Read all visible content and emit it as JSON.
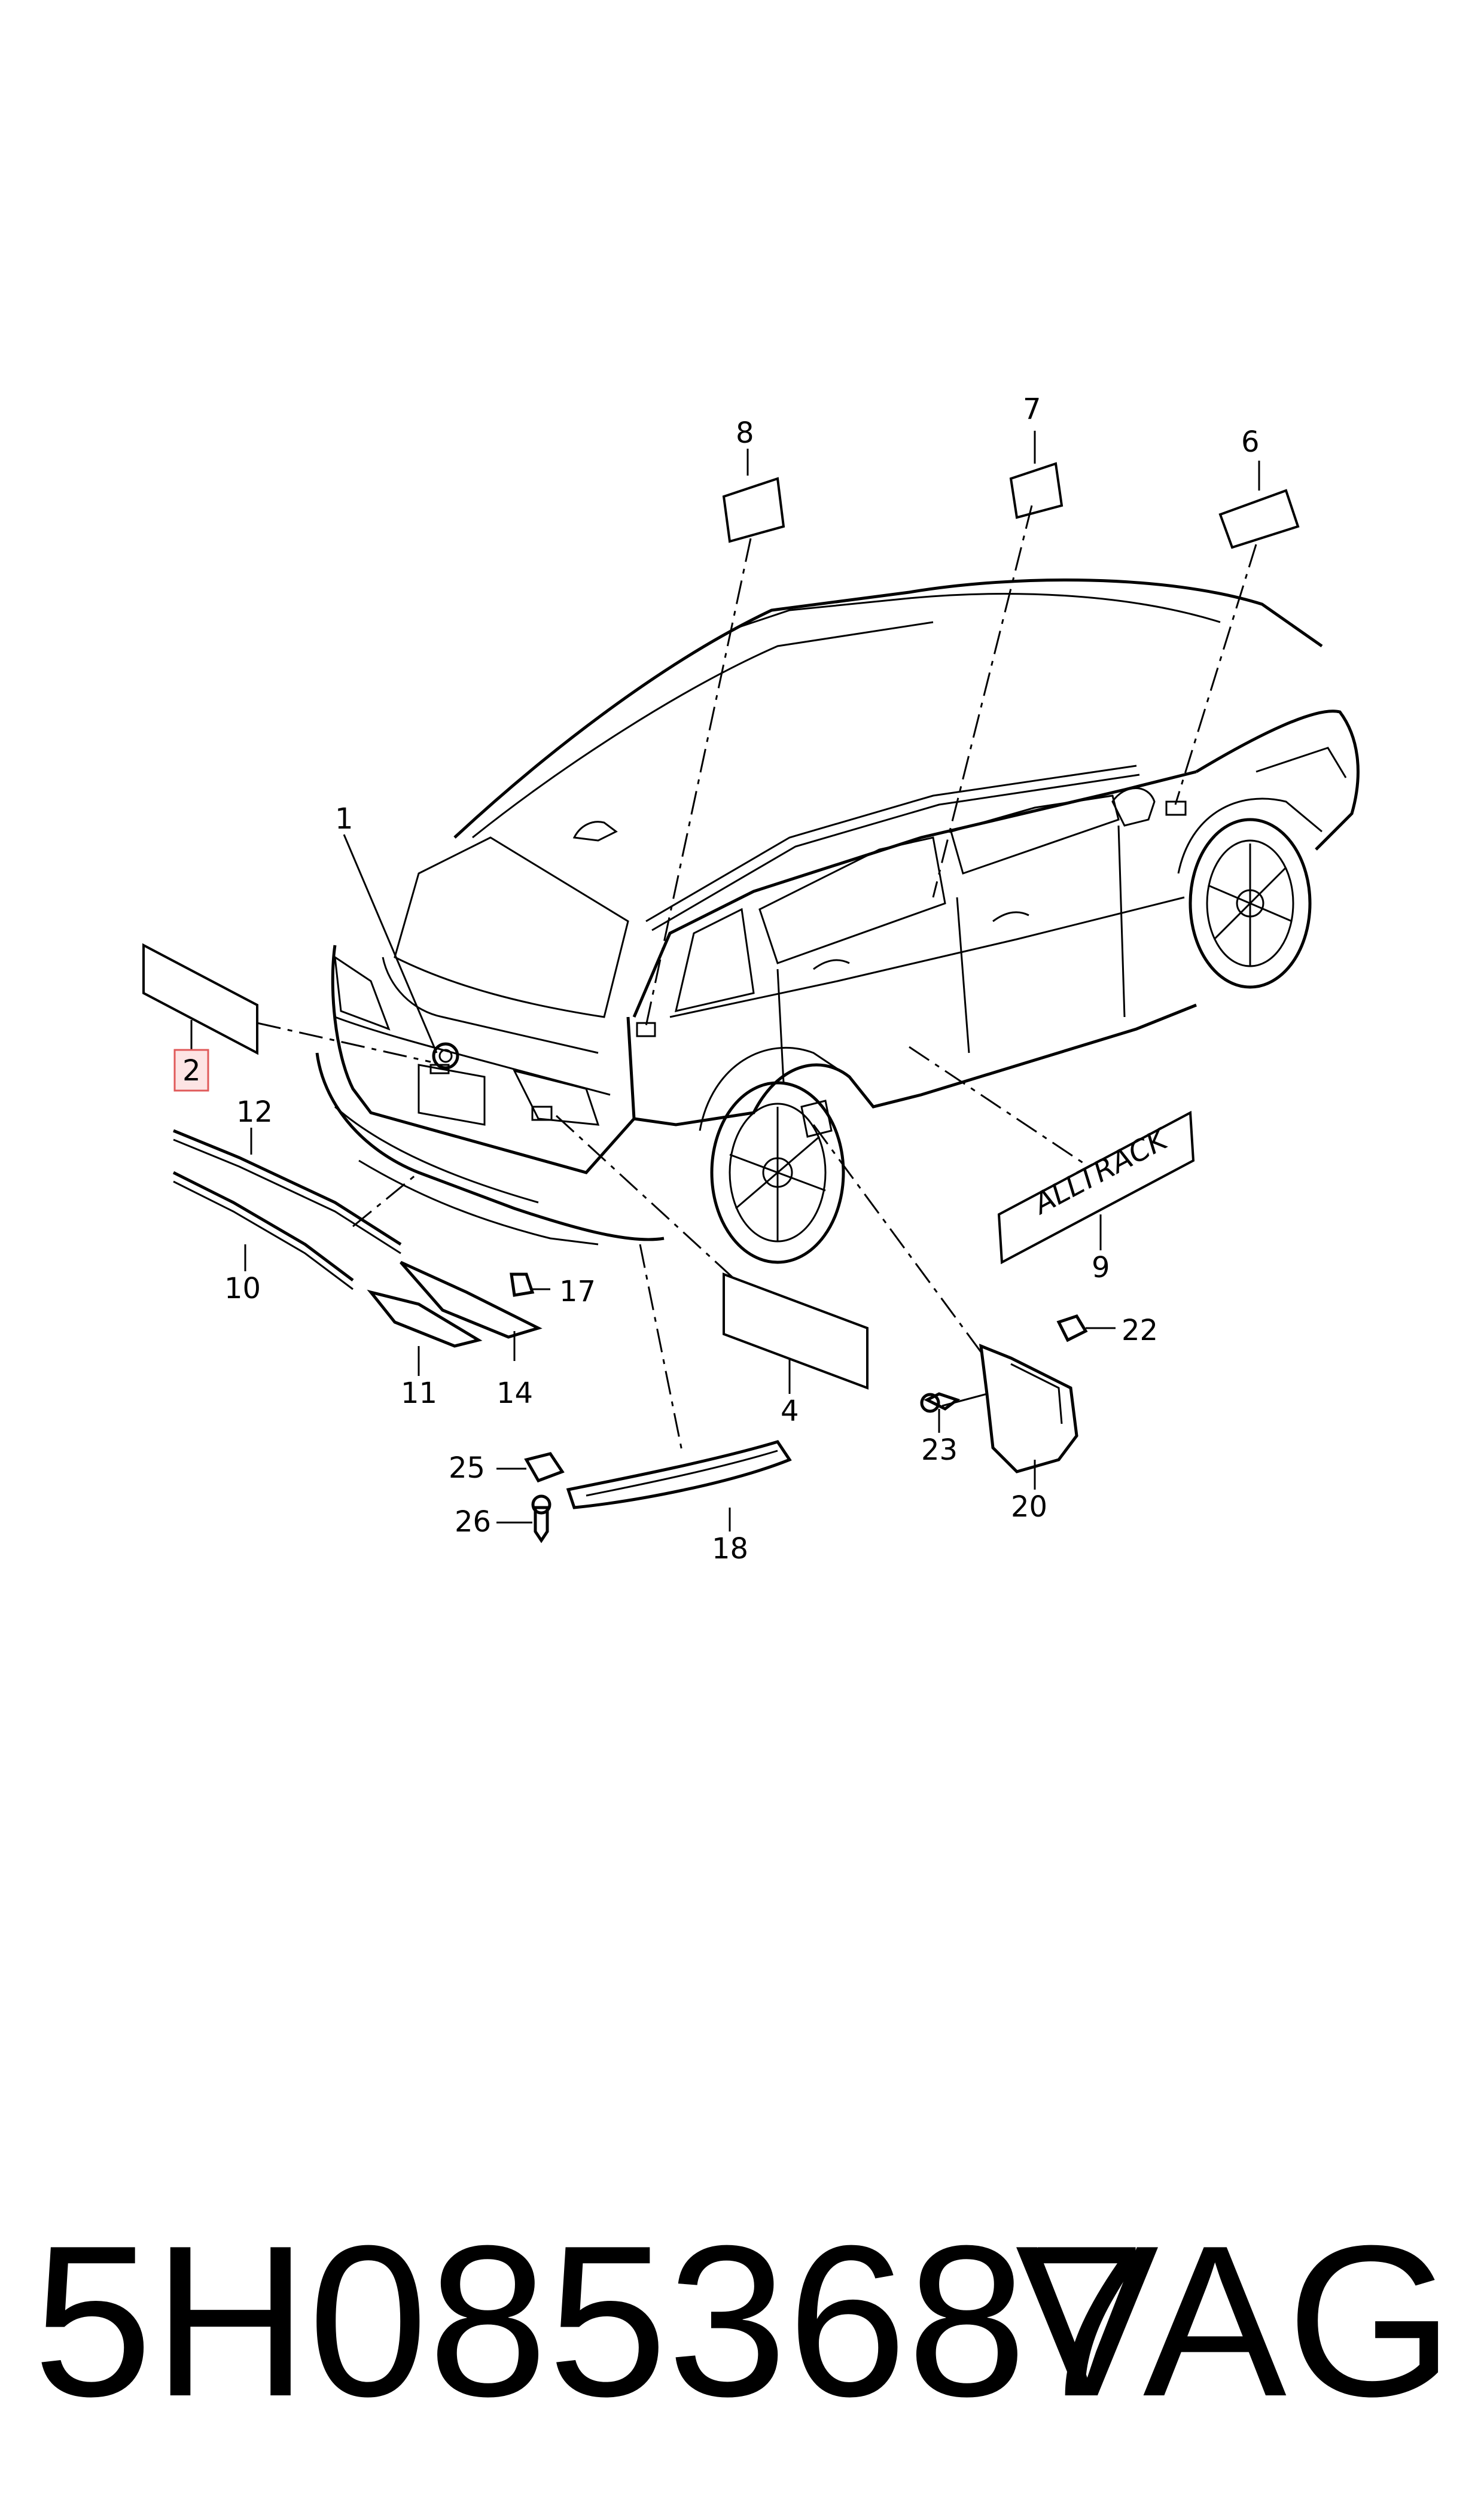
{
  "diagram": {
    "callouts": [
      "1",
      "2",
      "4",
      "6",
      "7",
      "8",
      "9",
      "10",
      "11",
      "12",
      "14",
      "17",
      "18",
      "20",
      "22",
      "23",
      "25",
      "26"
    ],
    "highlighted_callout": "2",
    "emblem_text": "ALLTRACK"
  },
  "footer": {
    "part_number": "5H0853687",
    "brand": "VAG"
  }
}
